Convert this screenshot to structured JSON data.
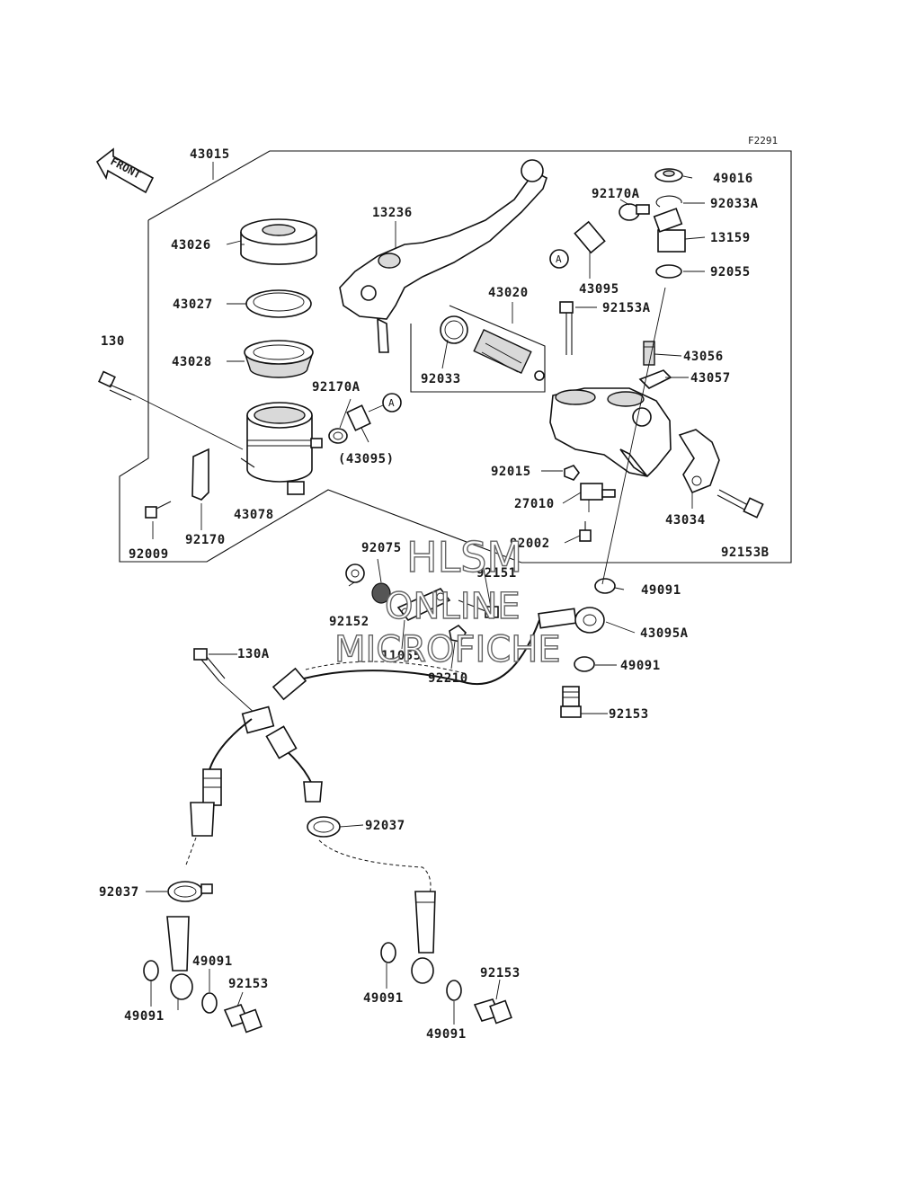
{
  "diagram": {
    "figure_code": "F2291",
    "front_badge": "FRONT",
    "ref_marker": "A",
    "watermark": [
      "HLSM",
      "ONLINE",
      "MICROFICHE"
    ],
    "labels": {
      "p43015": "43015",
      "p49016": "49016",
      "p92170A_top": "92170A",
      "p92033A": "92033A",
      "p13236": "13236",
      "p13159": "13159",
      "p43026": "43026",
      "p92055": "92055",
      "p43095_top": "43095",
      "p43027": "43027",
      "p43020": "43020",
      "p92153A": "92153A",
      "p130": "130",
      "p43028": "43028",
      "p43056": "43056",
      "p92033": "92033",
      "p43057": "43057",
      "p92170A_mid": "92170A",
      "p43095_paren": "(43095)",
      "p92015": "92015",
      "p43078": "43078",
      "p27010": "27010",
      "p43034": "43034",
      "p92009": "92009",
      "p92170": "92170",
      "p92002": "92002",
      "p92153B": "92153B",
      "p92075": "92075",
      "p92151": "92151",
      "p49091_a": "49091",
      "p92152": "92152",
      "p43095A": "43095A",
      "p11055": "11055",
      "p92210": "92210",
      "p130A": "130A",
      "p49091_b": "49091",
      "p92153_a": "92153",
      "p92037_a": "92037",
      "p92037_b": "92037",
      "p49091_c": "49091",
      "p92153_b": "92153",
      "p49091_d": "49091",
      "p92153_c": "92153",
      "p49091_e": "49091",
      "p49091_f": "49091"
    }
  }
}
